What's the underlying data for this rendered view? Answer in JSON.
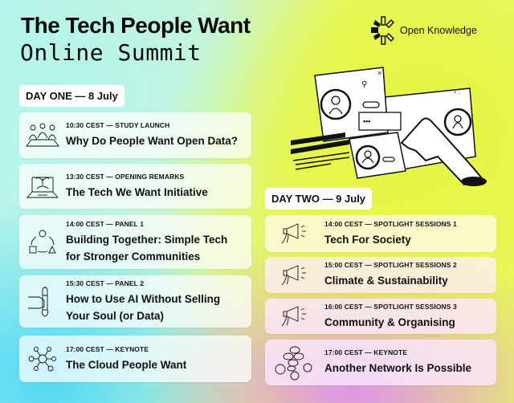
{
  "header": {
    "title_line1": "The Tech People Want",
    "title_line2": "Online Summit"
  },
  "brand": {
    "name": "Open Knowledge",
    "icon": "open-knowledge-logo-icon"
  },
  "illustration": {
    "icon": "video-call-hand-illustration"
  },
  "day_one": {
    "label": "DAY ONE — 8 July",
    "sessions": [
      {
        "meta": "10:30 CEST — STUDY LAUNCH",
        "title_lines": [
          "Why Do People Want Open Data?"
        ],
        "icon": "people-at-table-icon"
      },
      {
        "meta": "13:30 CEST — OPENING REMARKS",
        "title_lines": [
          "The Tech We Want Initiative"
        ],
        "icon": "laptop-sprout-icon"
      },
      {
        "meta": "14:00 CEST — PANEL 1",
        "title_lines": [
          "Building Together: Simple Tech",
          "for Stronger Communities"
        ],
        "icon": "community-cycle-icon"
      },
      {
        "meta": "15:30 CEST — PANEL 2",
        "title_lines": [
          "How to Use AI Without Selling",
          "Your Soul (or Data)"
        ],
        "icon": "hand-wrench-icon"
      },
      {
        "meta": "17:00 CEST — KEYNOTE",
        "title_lines": [
          "The Cloud People Want"
        ],
        "icon": "network-nodes-icon"
      }
    ]
  },
  "day_two": {
    "label": "DAY TWO — 9 July",
    "sessions": [
      {
        "meta": "14:00 CEST — SPOTLIGHT SESSIONS 1",
        "title_lines": [
          "Tech For Society"
        ],
        "icon": "megaphone-icon"
      },
      {
        "meta": "15:00 CEST — SPOTLIGHT SESSIONS 2",
        "title_lines": [
          "Climate & Sustainability"
        ],
        "icon": "megaphone-icon"
      },
      {
        "meta": "16:00 CEST — SPOTLIGHT SESSIONS 3",
        "title_lines": [
          "Community & Organising"
        ],
        "icon": "megaphone-icon"
      },
      {
        "meta": "17:00 CEST — KEYNOTE",
        "title_lines": [
          "Another Network Is Possible"
        ],
        "icon": "people-speech-bubbles-icon"
      }
    ]
  },
  "colors": {
    "text": "#111111",
    "card_bg": "#ffffffb8",
    "gradient_cyan": "#4fd8f5",
    "gradient_mint": "#b4f3ec",
    "gradient_lime": "#e6f542",
    "gradient_violet": "#dd8cf5"
  }
}
